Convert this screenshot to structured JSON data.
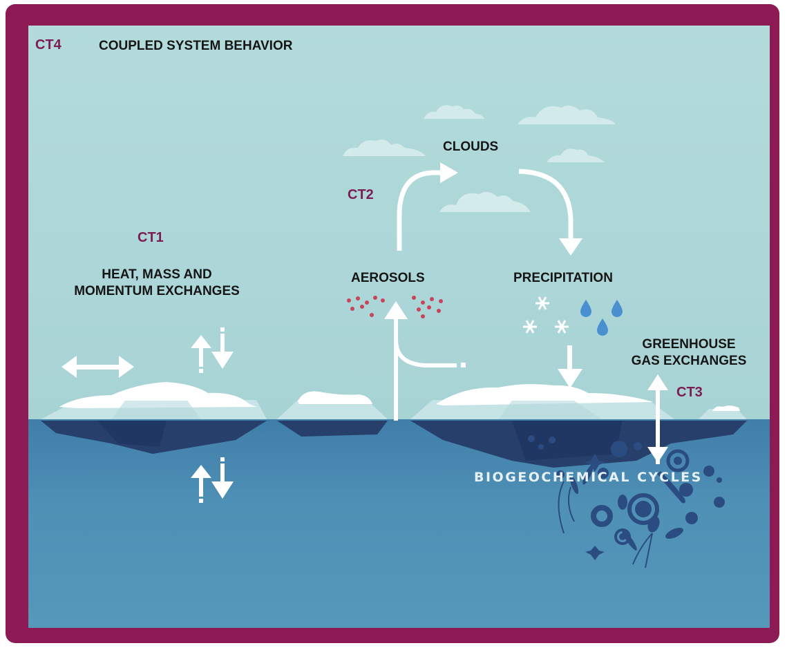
{
  "title": {
    "code": "CT4",
    "text": "COUPLED SYSTEM BEHAVIOR"
  },
  "themes": [
    {
      "code": "CT1",
      "label_lines": [
        "HEAT, MASS AND",
        "MOMENTUM EXCHANGES"
      ]
    },
    {
      "code": "CT2",
      "label_lines": [
        "AEROSOLS"
      ]
    },
    {
      "code": "CT3",
      "label_lines": [
        "GREENHOUSE",
        "GAS EXCHANGES"
      ]
    }
  ],
  "labels": {
    "clouds": "CLOUDS",
    "aerosols": "AEROSOLS",
    "precipitation": "PRECIPITATION",
    "biogeochemical": "BIOGEOCHEMICAL CYCLES"
  },
  "icons": [
    "cloud-icon",
    "arrow-curved-up-right-icon",
    "arrow-curved-down-icon",
    "aerosol-particles-icon",
    "snowflake-icon",
    "raindrop-icon",
    "double-arrow-horizontal-icon",
    "up-down-arrows-icon",
    "double-arrow-vertical-icon",
    "sea-ice-floe-icon",
    "plankton-microbes-icon"
  ],
  "colors": {
    "frame": "#8b1a55",
    "sky": "#b0d8d9",
    "sea": "#5096ba",
    "theme_code": "#7c1c55",
    "aerosol_particles": "#c8445a",
    "raindrop": "#4a8fd0"
  }
}
